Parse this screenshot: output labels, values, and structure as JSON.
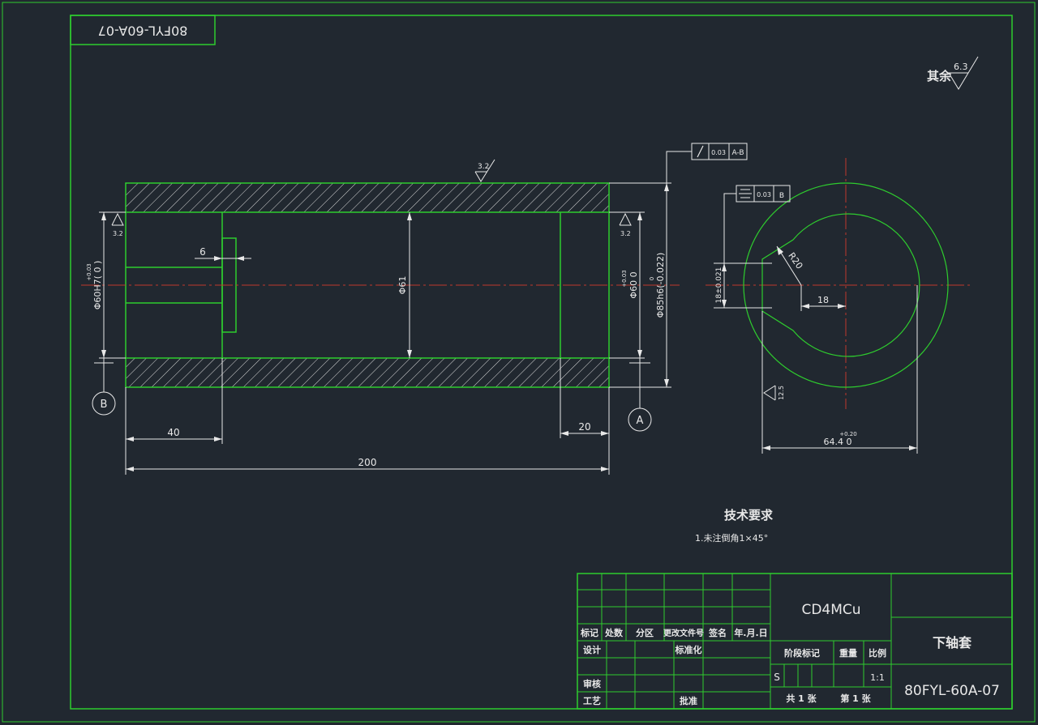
{
  "drawing": {
    "corner_code": "80FYL-60A-07",
    "surface_note": "其余",
    "surface_note_value": "6.3",
    "tech_title": "技术要求",
    "tech_item": "1.未注倒角1×45°"
  },
  "dims": {
    "d60h7": "Φ60H7( 0 )",
    "d60h7_tol": "+0.03",
    "d61": "Φ61",
    "d60": "Φ60 0",
    "d60_tol": "+0.03",
    "d85h6": "Φ85h6(-0.022)",
    "d85h6_tol": "0",
    "six": "6",
    "forty": "40",
    "twenty": "20",
    "two_hundred": "200",
    "r20": "R20",
    "eighteen": "18",
    "eighteen_tol": "18±0.021",
    "d644": "64.4 0",
    "d644_tol": "+0.20",
    "ra32_top": "3.2",
    "ra32_left": "3.2",
    "ra32_right": "3.2",
    "ra125": "12.5",
    "datum_a": "A",
    "datum_b": "B",
    "runout_value": "0.03",
    "runout_ref": "A-B",
    "sym_value": "0.03",
    "sym_ref": "B"
  },
  "title_block": {
    "material": "CD4MCu",
    "part_name": "下轴套",
    "drawing_no": "80FYL-60A-07",
    "h_mark": "标记",
    "h_count": "处数",
    "h_zone": "分区",
    "h_doc": "更改文件号",
    "h_sign": "签名",
    "h_date": "年.月.日",
    "design": "设计",
    "standard": "标准化",
    "stage": "阶段标记",
    "weight": "重量",
    "scale": "比例",
    "stage_val": "S",
    "scale_val": "1:1",
    "check": "审核",
    "process": "工艺",
    "approve": "批准",
    "total": "共 1 张",
    "sheet": "第 1 张"
  }
}
